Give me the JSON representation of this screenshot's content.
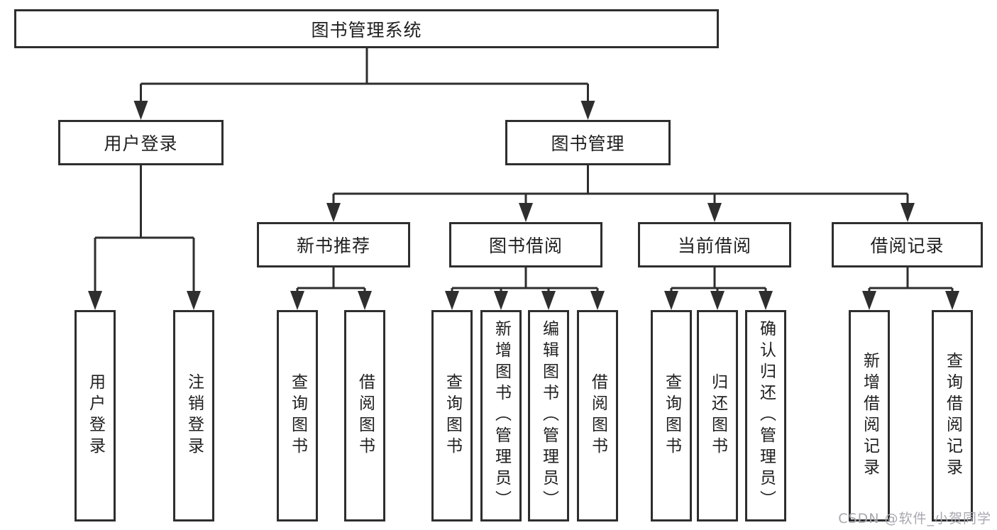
{
  "nodes": {
    "root": {
      "label": "图书管理系统"
    },
    "user_login": {
      "label": "用户登录"
    },
    "book_mgmt": {
      "label": "图书管理"
    },
    "new_books": {
      "label": "新书推荐"
    },
    "book_borrow": {
      "label": "图书借阅"
    },
    "current_borrow": {
      "label": "当前借阅"
    },
    "borrow_records": {
      "label": "借阅记录"
    },
    "leaf_user_login": {
      "label": "用户登录"
    },
    "leaf_logout": {
      "label": "注销登录"
    },
    "leaf_nb_search": {
      "label": "查询图书"
    },
    "leaf_nb_borrow": {
      "label": "借阅图书"
    },
    "leaf_bb_search": {
      "label": "查询图书"
    },
    "leaf_bb_add": {
      "label": "新增图书（管理员）"
    },
    "leaf_bb_edit": {
      "label": "编辑图书（管理员）"
    },
    "leaf_bb_borrow": {
      "label": "借阅图书"
    },
    "leaf_cb_search": {
      "label": "查询图书"
    },
    "leaf_cb_return": {
      "label": "归还图书"
    },
    "leaf_cb_confirm": {
      "label": "确认归还（管理员）"
    },
    "leaf_br_add": {
      "label": "新增借阅记录"
    },
    "leaf_br_search": {
      "label": "查询借阅记录"
    }
  },
  "watermark": {
    "text": "CSDN @软件_小贺同学"
  },
  "colors": {
    "line": "#2e2e2e",
    "text": "#1f1f1f",
    "background": "#ffffff",
    "watermark": "#a7a7af"
  }
}
